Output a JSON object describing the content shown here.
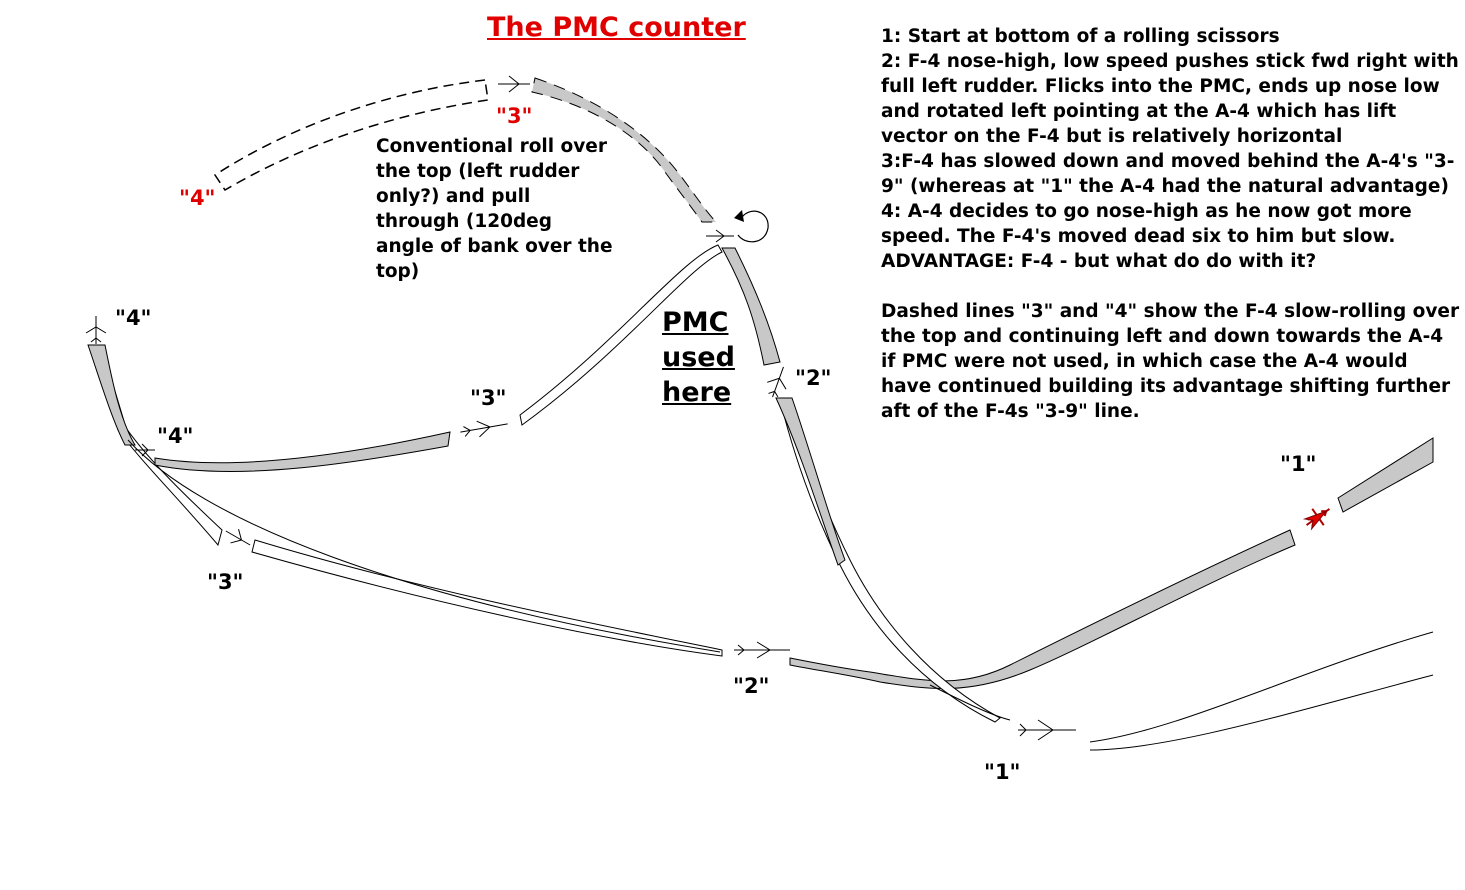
{
  "title": "The PMC counter",
  "notes": {
    "items": [
      "1: Start at bottom of a rolling scissors",
      "2: F-4 nose-high, low speed pushes stick fwd right with full left rudder. Flicks into the PMC, ends up nose low and rotated left pointing at the A-4 which has lift vector on the F-4 but is relatively horizontal",
      "3:F-4 has slowed down and moved behind the A-4's \"3-9\" (whereas at \"1\" the A-4 had the natural advantage)",
      "4: A-4 decides to go nose-high as he now got more speed. The F-4's moved dead six to him but slow.",
      "ADVANTAGE: F-4 - but what do do with it?"
    ],
    "dashed_note": "Dashed lines \"3\" and \"4\" show the F-4 slow-rolling over the top and continuing left and down towards the A-4 if PMC were not used, in which case the A-4 would have continued building its advantage shifting further aft of the F-4s \"3-9\" line."
  },
  "conventional_roll_note": "Conventional roll over the top (left rudder only?) and pull through (120deg angle of bank over the top)",
  "pmc_label": [
    "PMC",
    "used",
    "here"
  ],
  "position_labels": {
    "a4_1": "\"1\"",
    "f4_1": "\"1\"",
    "f4_2": "\"2\"",
    "a4_2": "\"2\"",
    "f4_3": "\"3\"",
    "a4_3": "\"3\"",
    "f4_4": "\"4\"",
    "a4_4": "\"4\"",
    "dashed_3": "\"3\"",
    "dashed_4": "\"4\""
  },
  "colors": {
    "title": "#e00000",
    "ribbon": "#c8c8c8",
    "a4_start": "#e00000",
    "line": "#000000"
  }
}
